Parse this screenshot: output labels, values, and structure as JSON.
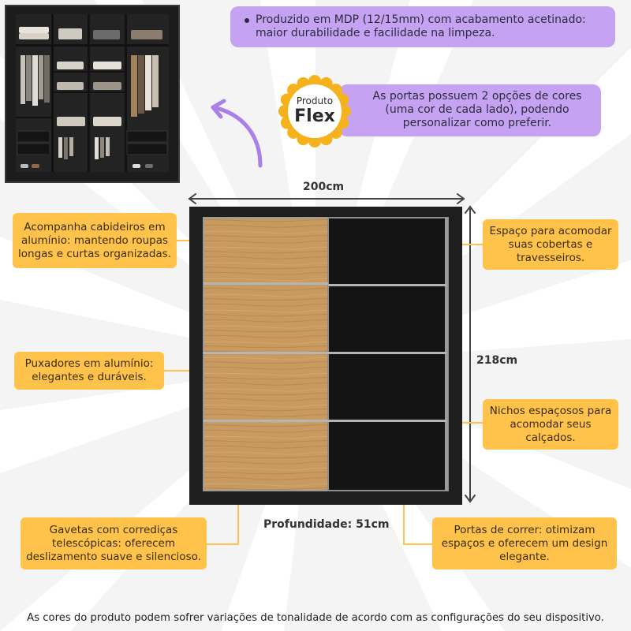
{
  "banner_top": {
    "text": "Produzido em MDP (12/15mm) com acabamento acetinado: maior durabilidade e facilidade na limpeza."
  },
  "badge": {
    "line1": "Produto",
    "line2": "Flex"
  },
  "banner_flex": {
    "text": "As portas possuem 2 opções de cores (uma cor de cada lado), podendo personalizar como preferir."
  },
  "dimensions": {
    "width": "200cm",
    "height": "218cm",
    "depth": "Profundidade: 51cm"
  },
  "callouts": {
    "hangers": "Acompanha cabideiros em alumínio: mantendo roupas longas e curtas organizadas.",
    "blankets": "Espaço para acomodar suas cobertas e travesseiros.",
    "handles": "Puxadores em alumínio: elegantes e duráveis.",
    "shoes": "Nichos espaçosos para acomodar seus calçados.",
    "drawers": "Gavetas com corrediças telescópicas: oferecem deslizamento suave e silencioso.",
    "sliding_doors": "Portas de correr: otimizam espaços e oferecem um design elegante."
  },
  "footer": "As cores do produto podem sofrer variações de tonalidade de acordo com as configurações do seu dispositivo.",
  "colors": {
    "purple": "#c6a3f2",
    "yellow": "#ffc24a",
    "dark_panel": "#1e1e1e",
    "wood": "#c79a5f",
    "arrow": "#a880e8"
  }
}
